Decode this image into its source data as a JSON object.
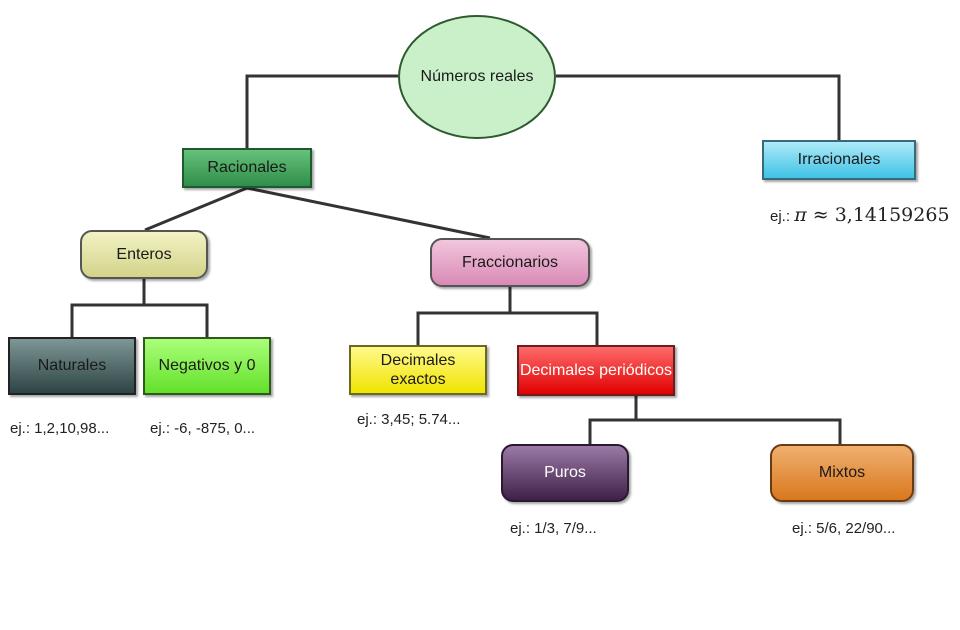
{
  "nodes": {
    "root": "Números reales",
    "racionales": "Racionales",
    "irracionales": "Irracionales",
    "enteros": "Enteros",
    "fraccionarios": "Fraccionarios",
    "naturales": "Naturales",
    "negativos": "Negativos y 0",
    "decimales_exactos": "Decimales exactos",
    "decimales_periodicos": "Decimales periódicos",
    "puros": "Puros",
    "mixtos": "Mixtos"
  },
  "examples": {
    "irracionales_prefix": "ej.:",
    "irracionales_symbol": "π",
    "irracionales_approx": "≈",
    "irracionales_value": "3,14159265",
    "naturales": "ej.: 1,2,10,98...",
    "negativos": "ej.: -6, -875, 0...",
    "decimales_exactos": "ej.: 3,45; 5.74...",
    "puros": "ej.: 1/3, 7/9...",
    "mixtos": "ej.: 5/6, 22/90..."
  },
  "colors": {
    "root": "#c9f0c9",
    "racionales": "#46ad62",
    "irracionales": "#44c7e8",
    "enteros": "#e2e2a2",
    "fraccionarios": "#e5a7c8",
    "naturales": "#4f6a6a",
    "negativos": "#7ff23c",
    "decimales_exactos": "#f5ef26",
    "decimales_periodicos": "#ee1f1f",
    "puros": "#5c3a66",
    "mixtos": "#e0913f",
    "line": "#333333"
  }
}
